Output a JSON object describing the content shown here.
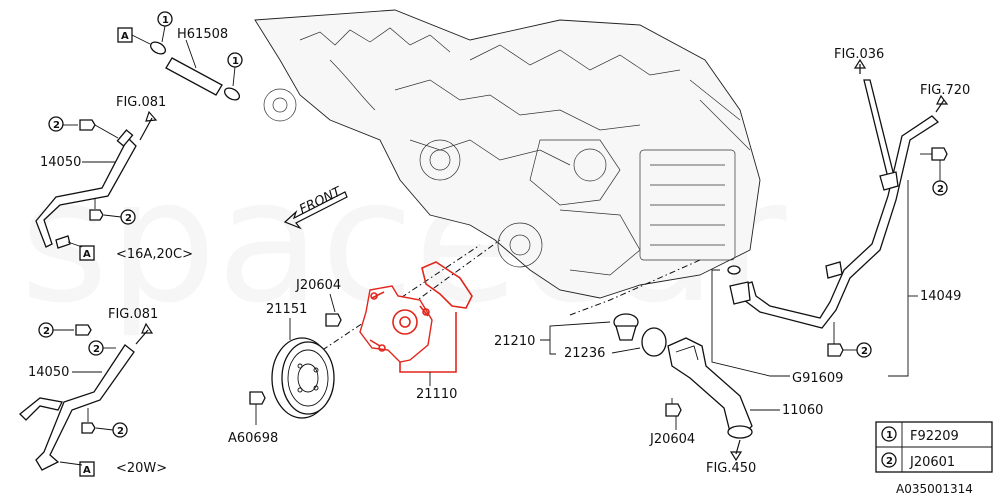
{
  "watermark": "spacecar",
  "diagram_id": "A035001314",
  "direction_label": "FRONT",
  "figure_refs": {
    "fig_081_top": "FIG.081",
    "fig_081_bottom": "FIG.081",
    "fig_036": "FIG.036",
    "fig_720": "FIG.720",
    "fig_450": "FIG.450"
  },
  "part_labels": {
    "h61508": "H61508",
    "p14050_top": "14050",
    "p14050_bottom": "14050",
    "j20604_pump": "J20604",
    "p21151": "21151",
    "a60698": "A60698",
    "p21110": "21110",
    "p21210": "21210",
    "p21236": "21236",
    "p14049": "14049",
    "g91609": "G91609",
    "p11060": "11060",
    "j20604_pipe": "J20604"
  },
  "variant_labels": {
    "top": "<16A,20C>",
    "bottom": "<20W>"
  },
  "callouts": {
    "one": "1",
    "two": "2",
    "a": "A"
  },
  "legend": {
    "rows": [
      {
        "key": "1",
        "code": "F92209"
      },
      {
        "key": "2",
        "code": "J20601"
      }
    ]
  },
  "colors": {
    "highlight": "#e1261c",
    "line": "#111111"
  }
}
